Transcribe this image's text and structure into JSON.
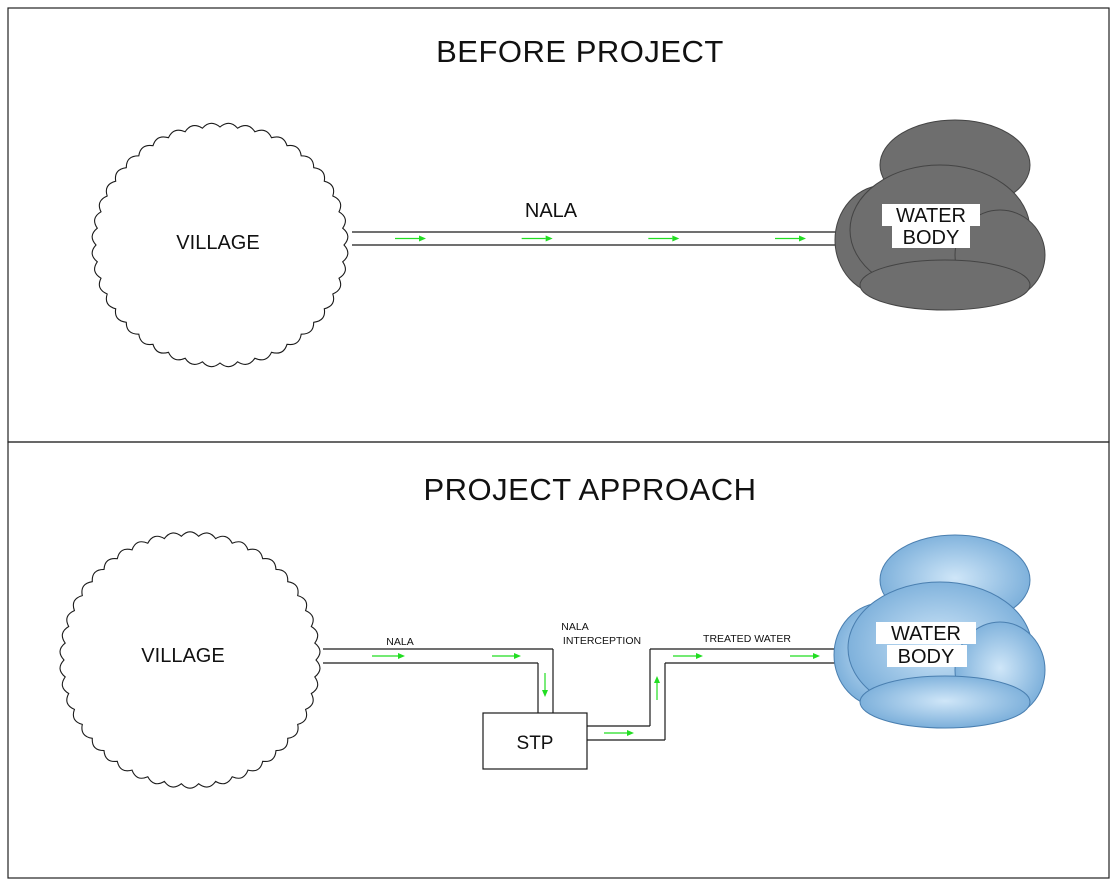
{
  "colors": {
    "frame": "#222222",
    "pipe": "#1a1a1a",
    "flow_arrow": "#22dd22",
    "polluted_water": "#6e6e6e",
    "clean_water_light": "#cfe6f8",
    "clean_water_dark": "#6fa7d6"
  },
  "before": {
    "title": "BEFORE PROJECT",
    "village_label": "VILLAGE",
    "nala_label": "NALA",
    "water_body_line1": "WATER",
    "water_body_line2": "BODY",
    "flow_arrow_count": 4
  },
  "after": {
    "title": "PROJECT APPROACH",
    "village_label": "VILLAGE",
    "nala_label": "NALA",
    "interception_line1": "NALA",
    "interception_line2": "INTERCEPTION",
    "treated_label": "TREATED WATER",
    "stp_label": "STP",
    "water_body_line1": "WATER",
    "water_body_line2": "BODY"
  }
}
